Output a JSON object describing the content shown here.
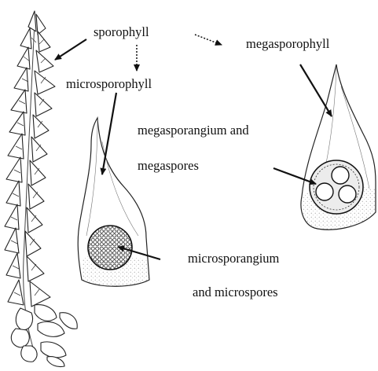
{
  "labels": {
    "sporophyll": "sporophyll",
    "microsporophyll": "microsporophyll",
    "megasporophyll": "megasporophyll",
    "megasporangium_line1": "megasporangium and",
    "megasporangium_line2": "megaspores",
    "microsporangium_line1": "microsporangium",
    "microsporangium_line2": "and microspores"
  },
  "colors": {
    "ink": "#111111",
    "paper": "#ffffff"
  }
}
